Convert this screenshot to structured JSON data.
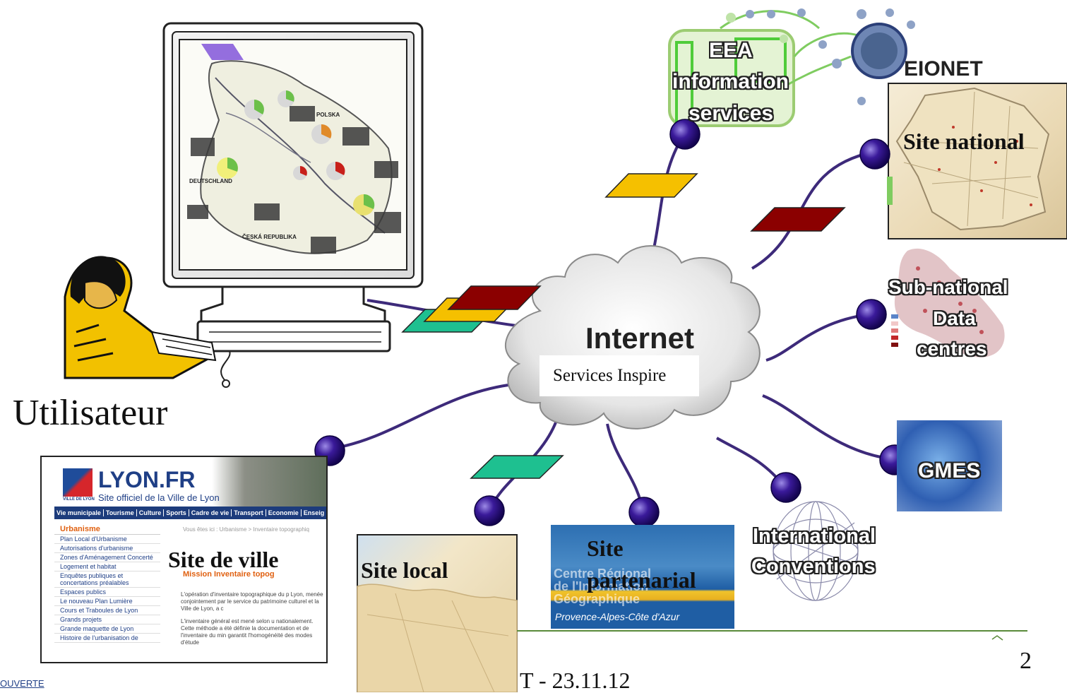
{
  "labels": {
    "utilisateur": "Utilisateur",
    "internet": "Internet",
    "services_inspire": "Services Inspire",
    "eea_line1": "EEA",
    "eea_line2": "information",
    "eea_line3": "services",
    "eionet": "EIONET",
    "site_national": "Site national",
    "subnational_line1": "Sub-national",
    "subnational_line2": "Data",
    "subnational_line3": "centres",
    "gmes": "GMES",
    "international_line1": "International",
    "international_line2": "Conventions",
    "site_partenarial_line1": "Site",
    "site_partenarial_line2": "partenarial",
    "site_local": "Site local",
    "site_de_ville": "Site de ville",
    "footer_date": "T - 23.11.12",
    "page_number": "2",
    "footer_left": "OUVERTE"
  },
  "monitor_map": {
    "polska": "POLSKA",
    "deutschland": "DEUTSCHLAND",
    "ceska": "ČESKÁ REPUBLIKA"
  },
  "lyon": {
    "title": "LYON.FR",
    "subtitle": "Site officiel de la Ville de Lyon",
    "logo_caption": "VILLE DE LYON",
    "menu": [
      "Vie municipale",
      "Tourisme",
      "Culture",
      "Sports",
      "Cadre de vie",
      "Transport",
      "Economie",
      "Enseig"
    ],
    "breadcrumb": "Vous êtes ici : Urbanisme > Inventaire topographiq",
    "side_header": "Urbanisme",
    "side_items": [
      "Plan Local d'Urbanisme",
      "Autorisations d'urbanisme",
      "Zones d'Aménagement Concerté",
      "Logement et habitat",
      "Enquêtes publiques et concertations préalables",
      "Espaces publics",
      "Le nouveau Plan Lumière",
      "Cours et Traboules de Lyon",
      "Grands projets",
      "Grande maquette de Lyon",
      "Histoire de l'urbanisation de"
    ],
    "mission": "Mission Inventaire topog",
    "body_p1": "L'opération d'inventaire topographique du p Lyon, menée conjointement par le service du patrimoine culturel et la Ville de Lyon, a c",
    "body_p2": "L'inventaire général est mené selon u nationalement. Cette méthode a été définie la documentation et de l'inventaire du min garantit l'homogénéité des modes d'étude"
  },
  "crige": {
    "text_line1": "Centre Régional",
    "text_line2": "de l'Information",
    "text_line3": "Géographique",
    "footer": "Provence-Alpes-Côte d'Azur"
  },
  "colors": {
    "cable": "#3d2a7a",
    "node": "#2a0a7a",
    "packet_yellow": "#f5c000",
    "packet_red": "#8b0000",
    "packet_green": "#1ec090",
    "footer_line": "#5a8a3a"
  }
}
